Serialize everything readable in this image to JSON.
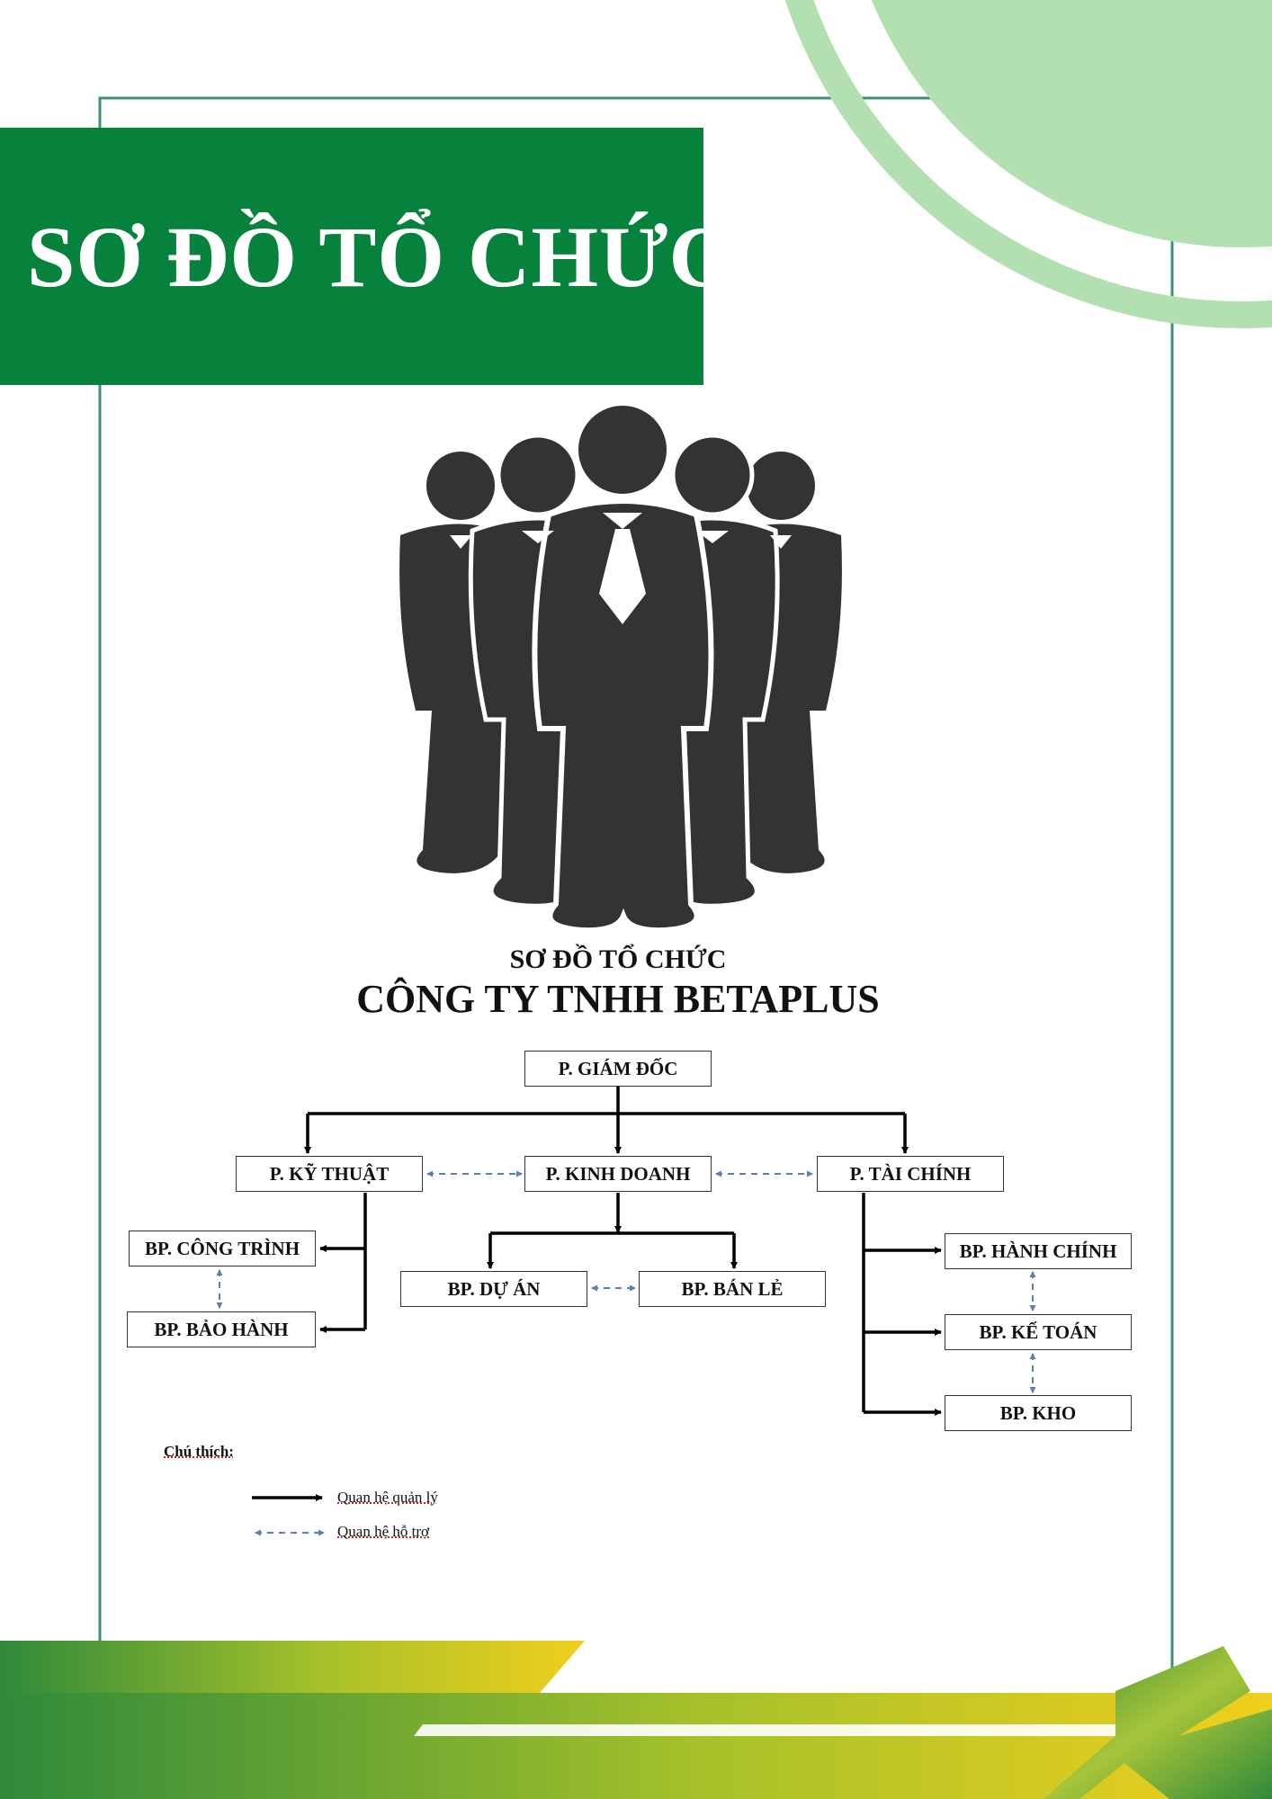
{
  "title": "SƠ ĐỒ TỔ CHỨC",
  "chart_subtitle": "SƠ ĐỒ TỔ CHỨC",
  "company_name": "CÔNG TY TNHH BETAPLUS",
  "nodes": {
    "giam_doc": "P. GIÁM ĐỐC",
    "ky_thuat": "P. KỸ THUẬT",
    "kinh_doanh": "P. KINH DOANH",
    "tai_chinh": "P. TÀI CHÍNH",
    "cong_trinh": "BP. CÔNG TRÌNH",
    "bao_hanh": "BP. BẢO HÀNH",
    "du_an": "BP. DỰ ÁN",
    "ban_le": "BP. BÁN LẺ",
    "hanh_chinh": "BP. HÀNH CHÍNH",
    "ke_toan": "BP. KẾ TOÁN",
    "kho": "BP. KHO"
  },
  "legend": {
    "title": "Chú thích:",
    "management": "Quan hệ quản lý",
    "support": "Quan hệ hỗ trợ"
  },
  "colors": {
    "banner_green": "#06823c",
    "frame_green": "#3f8f78",
    "arc_green": "#b3e0b1",
    "silhouette": "#333333",
    "support_arrow": "#5b7fb0"
  }
}
